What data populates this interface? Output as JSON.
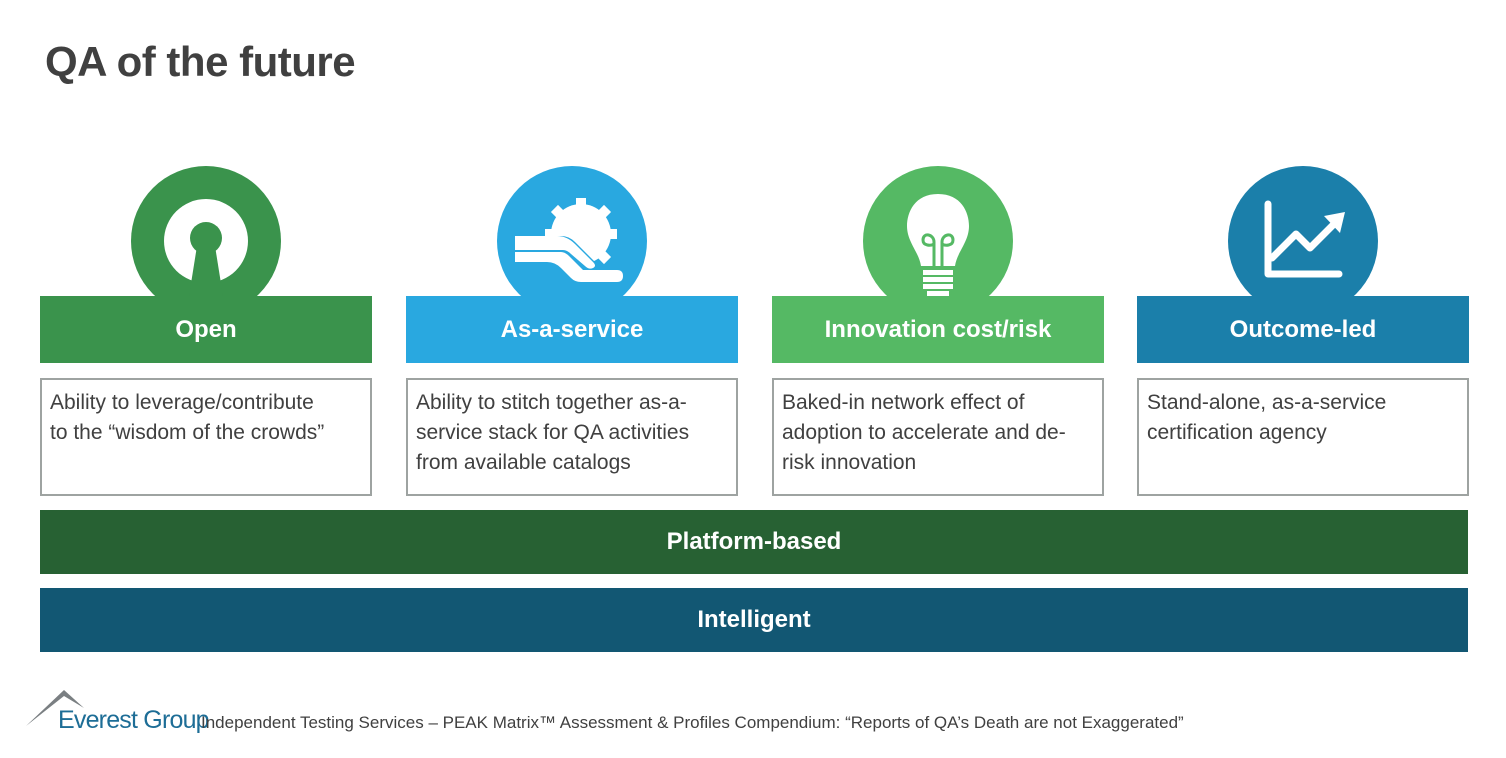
{
  "page": {
    "title": "QA of the future"
  },
  "pillars": [
    {
      "label": "Open",
      "icon": "open-source-keyhole-icon",
      "color": "#3a934c",
      "description": [
        "Ability to leverage/contribute",
        "to the “wisdom of the crowds”"
      ]
    },
    {
      "label": "As-a-service",
      "icon": "hand-gear-icon",
      "color": "#29a8e0",
      "description": [
        "Ability to stitch together as-a-",
        "service stack for QA activities",
        "from available catalogs"
      ]
    },
    {
      "label": "Innovation cost/risk",
      "icon": "lightbulb-icon",
      "color": "#55b964",
      "description": [
        "Baked-in network effect of",
        "adoption to accelerate and de-",
        "risk innovation"
      ]
    },
    {
      "label": "Outcome-led",
      "icon": "growth-chart-icon",
      "color": "#1b7faa",
      "description": [
        "Stand-alone, as-a-service",
        "certification agency"
      ]
    }
  ],
  "bands": [
    {
      "label": "Platform-based",
      "color": "#276133"
    },
    {
      "label": "Intelligent",
      "color": "#125773"
    }
  ],
  "footer": {
    "logo": "Everest Group",
    "caption": "Independent Testing Services – PEAK Matrix™ Assessment & Profiles Compendium: “Reports of QA’s Death are not Exaggerated”"
  },
  "colors": {
    "title_text": "#404040",
    "box_border": "#9ea3a1",
    "logo_blue": "#1d6d96",
    "logo_gray": "#7a7f82"
  }
}
